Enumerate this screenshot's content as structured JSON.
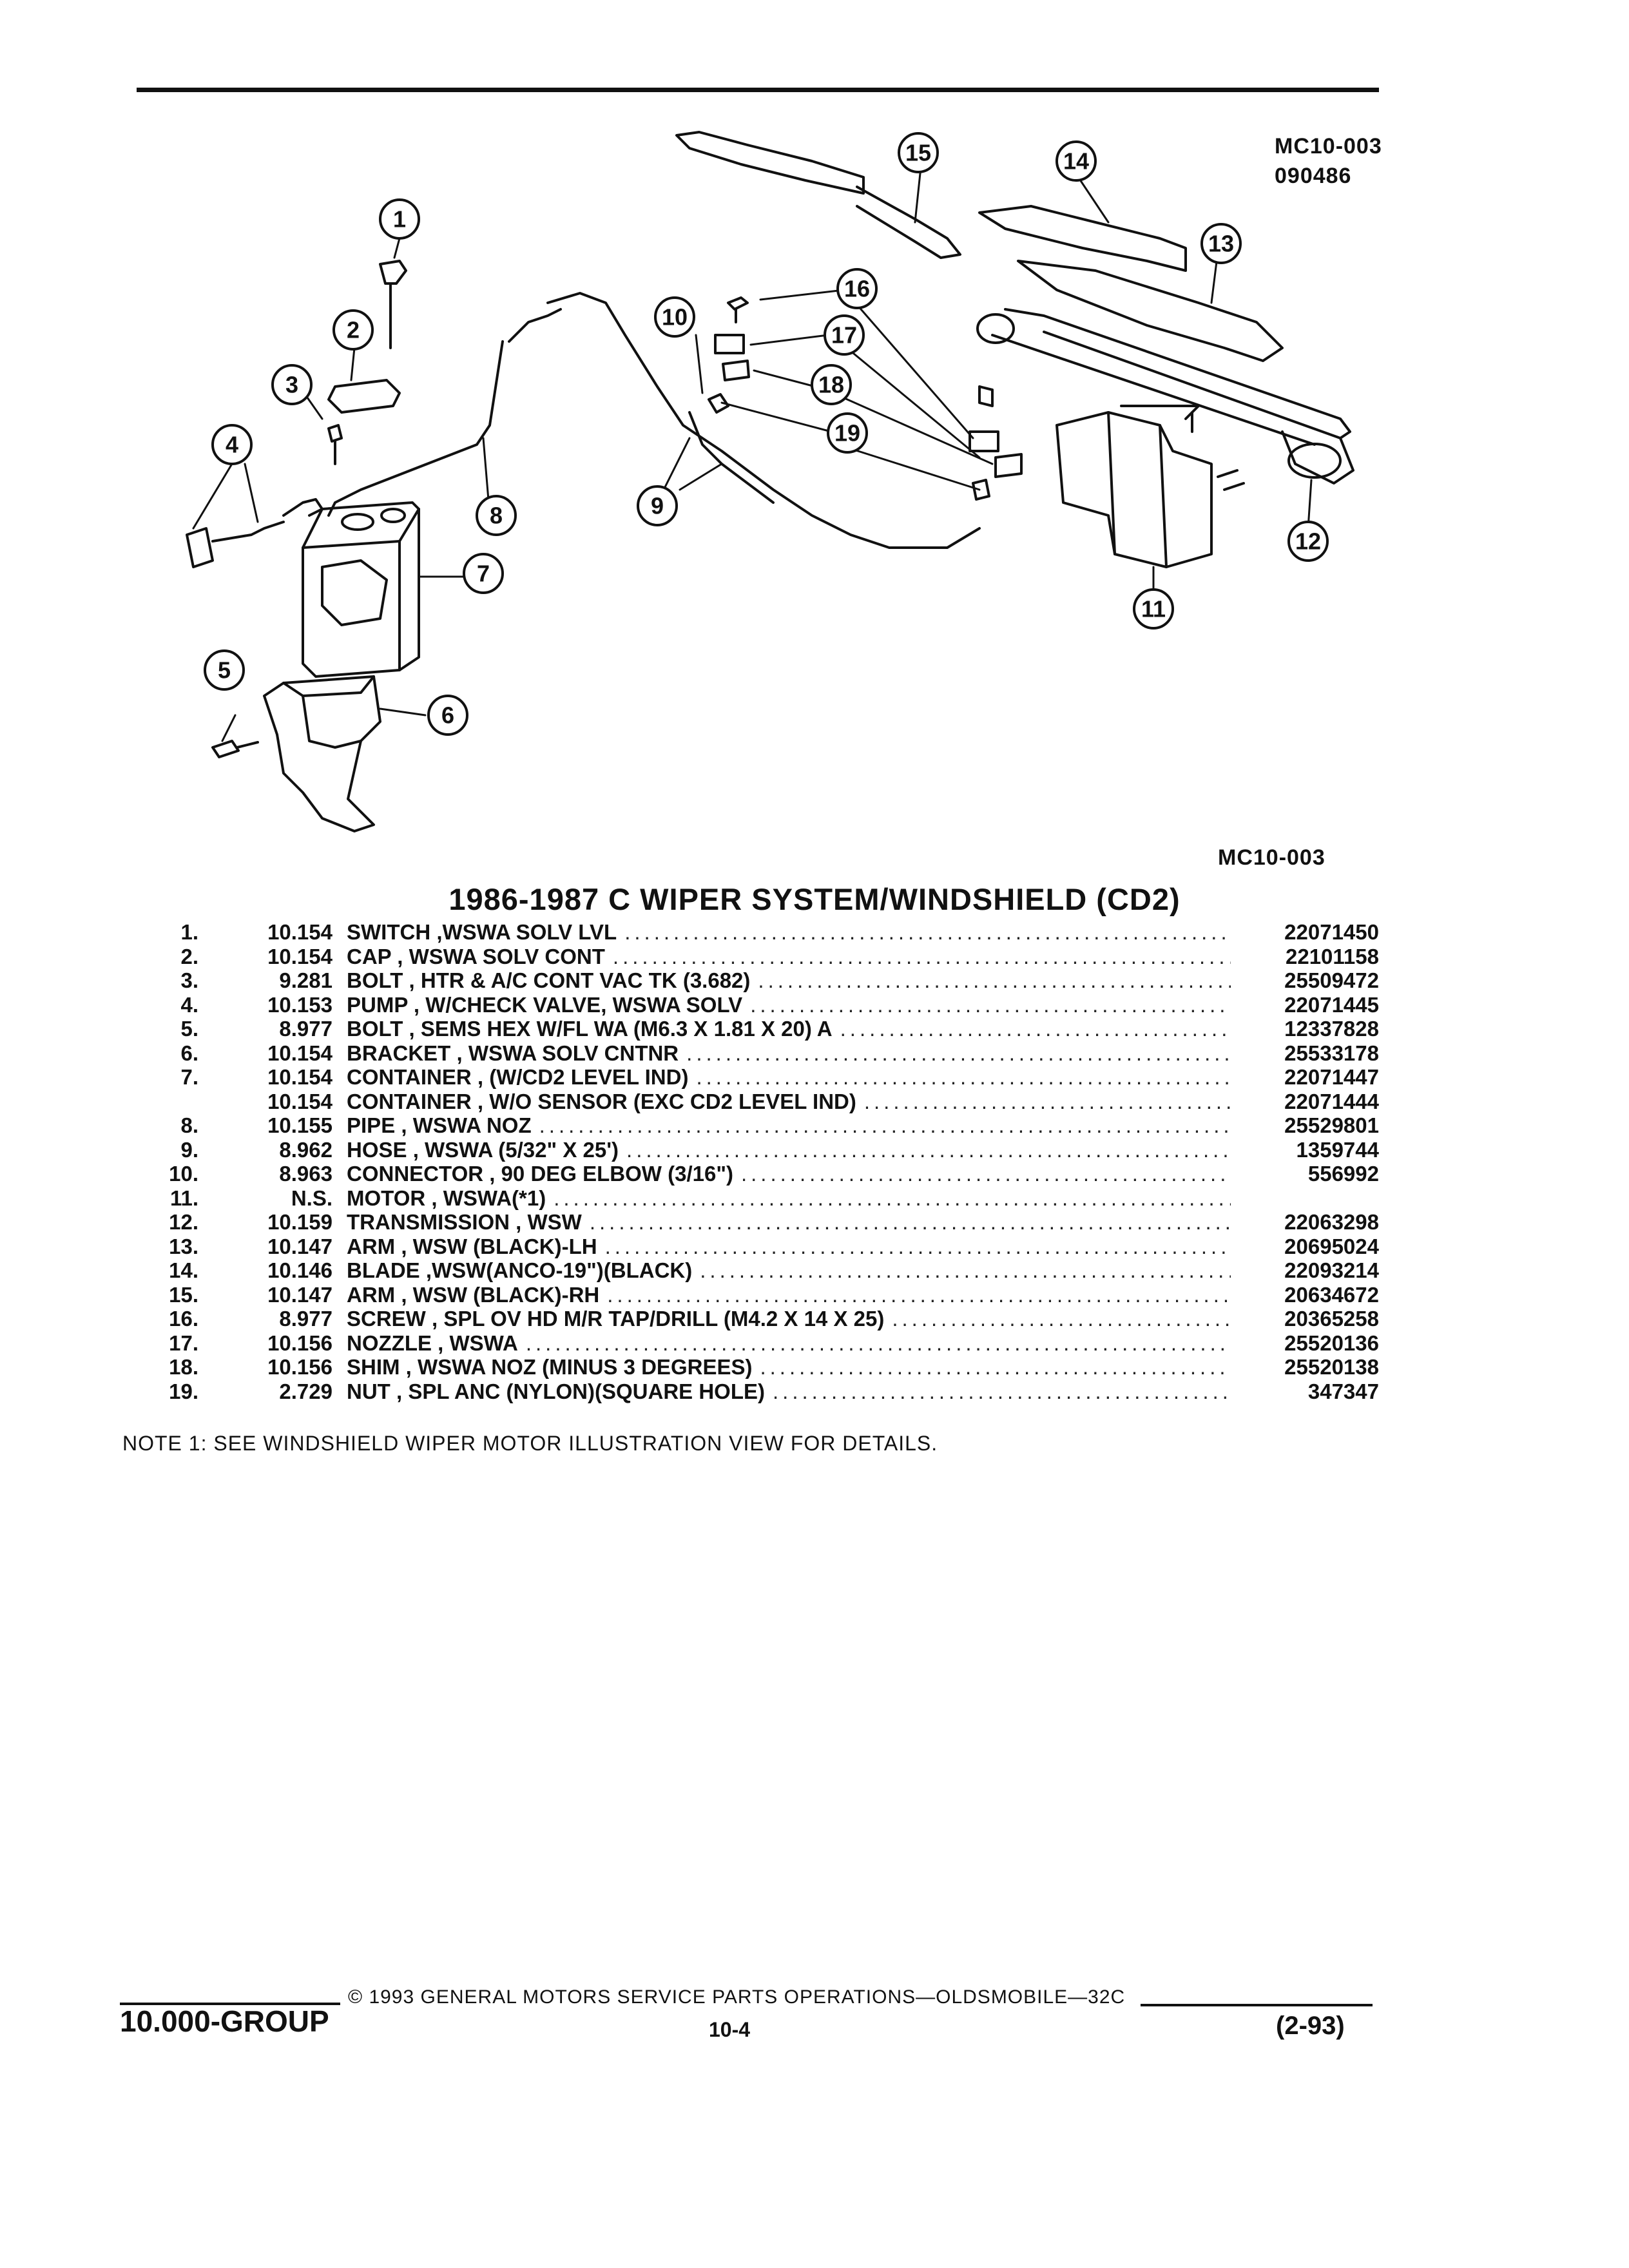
{
  "drawing": {
    "code_top": "MC10-003",
    "date_code": "090486",
    "code_bottom": "MC10-003",
    "callouts": [
      "1",
      "2",
      "3",
      "4",
      "5",
      "6",
      "7",
      "8",
      "9",
      "10",
      "11",
      "12",
      "13",
      "14",
      "15",
      "16",
      "17",
      "18",
      "19"
    ]
  },
  "title": "1986-1987 C WIPER SYSTEM/WINDSHIELD (CD2)",
  "parts": [
    {
      "item": "1.",
      "group": "10.154",
      "desc": "SWITCH ,WSWA SOLV LVL",
      "pn": "22071450"
    },
    {
      "item": "2.",
      "group": "10.154",
      "desc": "CAP , WSWA SOLV CONT",
      "pn": "22101158"
    },
    {
      "item": "3.",
      "group": "9.281",
      "desc": "BOLT , HTR & A/C CONT VAC TK (3.682)",
      "pn": "25509472"
    },
    {
      "item": "4.",
      "group": "10.153",
      "desc": "PUMP , W/CHECK VALVE, WSWA SOLV",
      "pn": "22071445"
    },
    {
      "item": "5.",
      "group": "8.977",
      "desc": "BOLT , SEMS HEX W/FL WA (M6.3 X 1.81 X 20) A",
      "pn": "12337828"
    },
    {
      "item": "6.",
      "group": "10.154",
      "desc": "BRACKET , WSWA SOLV CNTNR",
      "pn": "25533178"
    },
    {
      "item": "7.",
      "group": "10.154",
      "desc": "CONTAINER , (W/CD2 LEVEL IND)",
      "pn": "22071447"
    },
    {
      "item": "",
      "group": "10.154",
      "desc": "CONTAINER , W/O SENSOR (EXC CD2 LEVEL IND)",
      "pn": "22071444"
    },
    {
      "item": "8.",
      "group": "10.155",
      "desc": "PIPE , WSWA NOZ",
      "pn": "25529801"
    },
    {
      "item": "9.",
      "group": "8.962",
      "desc": "HOSE , WSWA (5/32\" X 25')",
      "pn": "1359744"
    },
    {
      "item": "10.",
      "group": "8.963",
      "desc": "CONNECTOR , 90 DEG ELBOW (3/16\")",
      "pn": "556992"
    },
    {
      "item": "11.",
      "group": "N.S.",
      "desc": "MOTOR , WSWA(*1)",
      "pn": ""
    },
    {
      "item": "12.",
      "group": "10.159",
      "desc": "TRANSMISSION , WSW",
      "pn": "22063298"
    },
    {
      "item": "13.",
      "group": "10.147",
      "desc": "ARM , WSW (BLACK)-LH",
      "pn": "20695024"
    },
    {
      "item": "14.",
      "group": "10.146",
      "desc": "BLADE ,WSW(ANCO-19\")(BLACK)",
      "pn": "22093214"
    },
    {
      "item": "15.",
      "group": "10.147",
      "desc": "ARM , WSW (BLACK)-RH",
      "pn": "20634672"
    },
    {
      "item": "16.",
      "group": "8.977",
      "desc": "SCREW , SPL OV HD M/R TAP/DRILL (M4.2 X 14 X 25)",
      "pn": "20365258"
    },
    {
      "item": "17.",
      "group": "10.156",
      "desc": "NOZZLE , WSWA",
      "pn": "25520136"
    },
    {
      "item": "18.",
      "group": "10.156",
      "desc": "SHIM , WSWA NOZ (MINUS 3 DEGREES)",
      "pn": "25520138"
    },
    {
      "item": "19.",
      "group": "2.729",
      "desc": "NUT , SPL ANC (NYLON)(SQUARE HOLE)",
      "pn": "347347"
    }
  ],
  "note": "NOTE  1:  SEE WINDSHIELD WIPER MOTOR ILLUSTRATION VIEW FOR DETAILS.",
  "footer": {
    "group": "10.000-GROUP",
    "copyright": "©  1993  GENERAL MOTORS SERVICE PARTS OPERATIONS—OLDSMOBILE—32C",
    "page": "10-4",
    "date": "(2-93)"
  }
}
